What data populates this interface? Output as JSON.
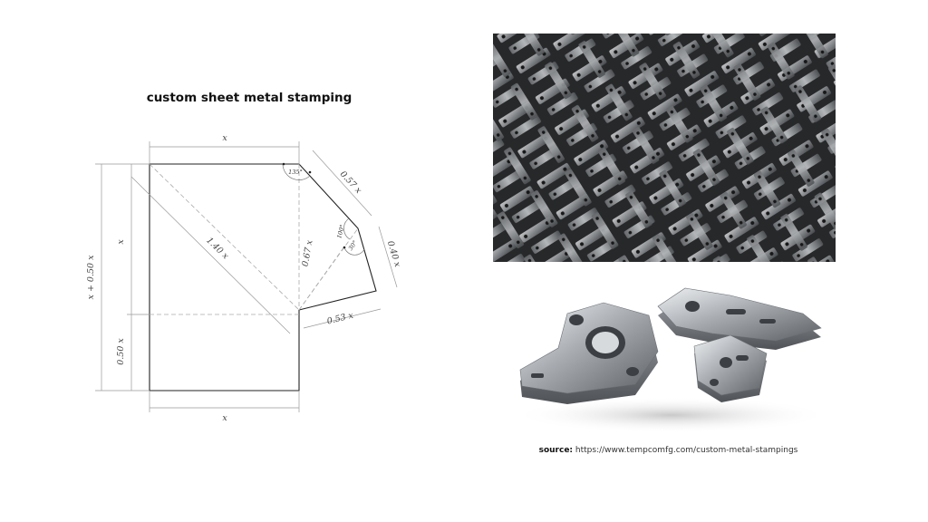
{
  "slide": {
    "title": "custom sheet metal stamping",
    "source_label": "source:",
    "source_url": "https://www.tempcomfg.com/custom-metal-stampings"
  },
  "drawing": {
    "dim_top": "x",
    "dim_bottom": "x",
    "dim_left_upper": "x",
    "dim_left_lower": "0.50 x",
    "dim_left_total": "x + 0.50 x",
    "dim_diagonal": "1.40 x",
    "dim_bevel": "0.57 x",
    "dim_inner": "0.67 x",
    "dim_right_edge": "0.40 x",
    "dim_lower_edge": "0.53 x",
    "angle_1": "135°",
    "angle_2": "100°",
    "angle_3": "30°"
  },
  "images": {
    "photo_top": "pile-of-stamped-metal-parts",
    "photo_bottom": "stacked-machined-metal-plates"
  }
}
